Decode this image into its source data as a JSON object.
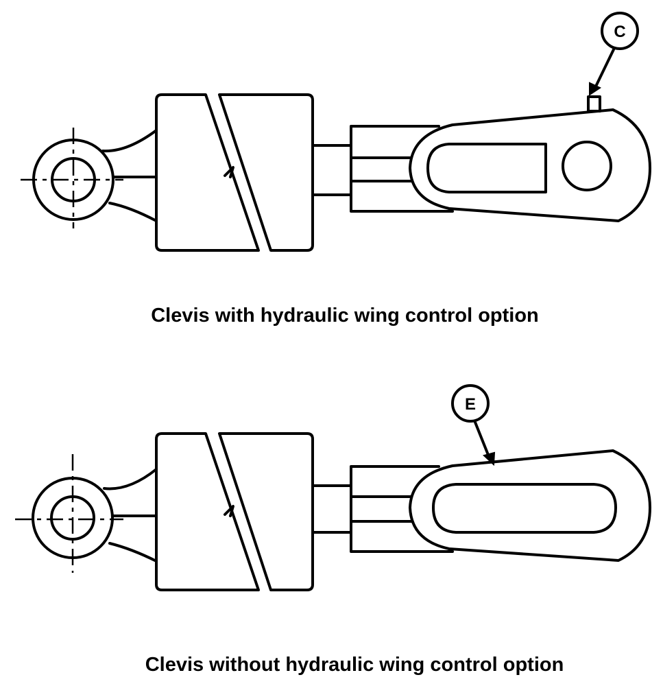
{
  "figures": [
    {
      "caption": "Clevis with hydraulic wing control option",
      "callout": "C"
    },
    {
      "caption": "Clevis without hydraulic wing control option",
      "callout": "E"
    }
  ]
}
